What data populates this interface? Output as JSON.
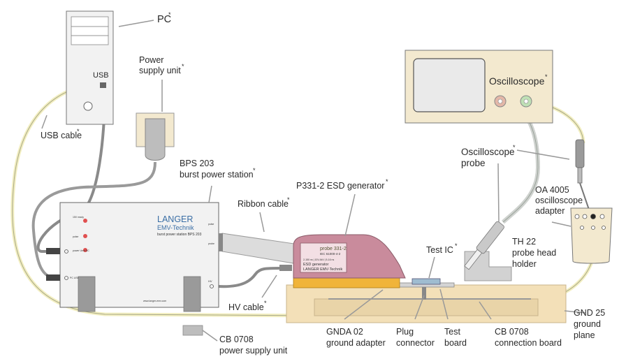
{
  "labels": {
    "pc": "PC",
    "usb_port": "USB",
    "power_supply_line1": "Power",
    "power_supply_line2": "supply unit",
    "usb_cable": "USB cable",
    "bps_line1": "BPS 203",
    "bps_line2": "burst power station",
    "p331_generator": "P331-2 ESD generator",
    "ribbon_cable": "Ribbon cable",
    "oscilloscope": "Oscilloscope",
    "osc_probe_line1": "Oscilloscope",
    "osc_probe_line2": "probe",
    "oa_line1": "OA 4005",
    "oa_line2": "oscilloscope",
    "oa_line3": "adapter",
    "th22_line1": "TH 22",
    "th22_line2": "probe head",
    "th22_line3": "holder",
    "test_ic": "Test IC",
    "hv_cable": "HV cable",
    "gnd25_line1": "GND 25",
    "gnd25_line2": "ground",
    "gnd25_line3": "plane",
    "gnda_line1": "GNDA 02",
    "gnda_line2": "ground adapter",
    "plug_line1": "Plug",
    "plug_line2": "connector",
    "test_board_line1": "Test",
    "test_board_line2": "board",
    "cb_conn_line1": "CB 0708",
    "cb_conn_line2": "connection board",
    "cb_psu_line1": "CB 0708",
    "cb_psu_line2": "power supply unit",
    "asterisk": "*"
  },
  "bps_device": {
    "brand": "LANGER",
    "brand_sub": "EMV-Technik",
    "model_text": "burst power station BPS 203",
    "led1": "15V ready",
    "led2": "pulse",
    "led3": "power Uext DC",
    "port_power": "power",
    "port_usb": "PC USB",
    "port_hv": "HV",
    "port_probe": "probe",
    "port_pulse": "pulse",
    "url": "www.langer-emv.com"
  },
  "probe_device": {
    "name": "probe 331-2",
    "standard": "IEC 61000-4-2",
    "spec": "2-150 ns | 10V-4kV | 5-16 ns",
    "type": "ESD generator",
    "brand": "LANGER EMV-Technik"
  },
  "colors": {
    "accent_blue": "#3a6ea5",
    "probe_pink": "#c98b9c",
    "board_beige": "#f3e0b8",
    "cable_yellow": "#f2eec0",
    "led_red": "#e05050"
  }
}
